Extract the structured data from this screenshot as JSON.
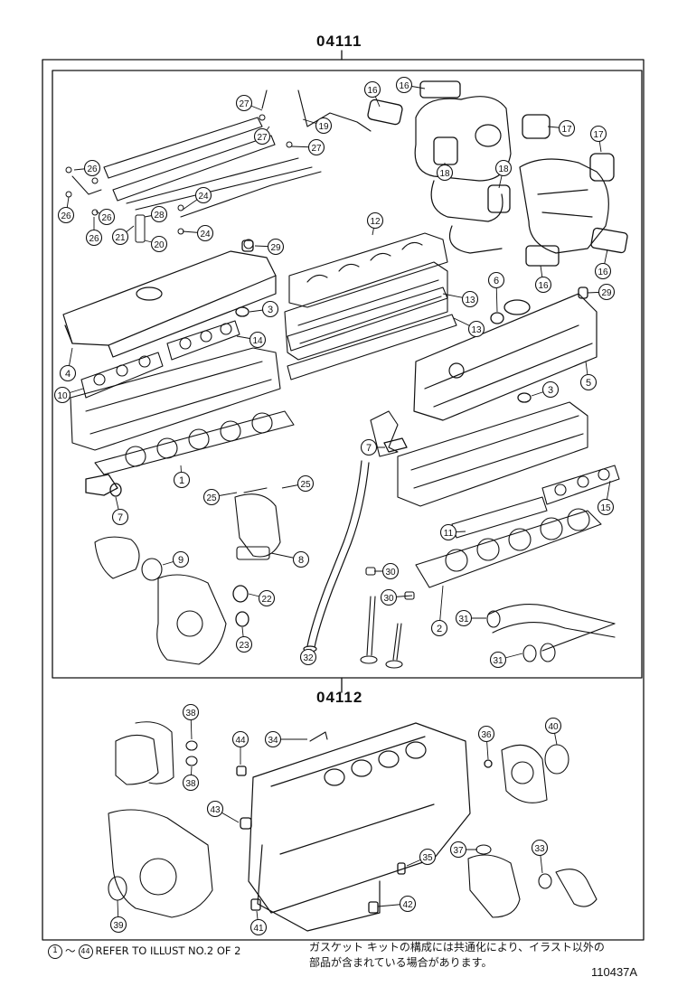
{
  "groups": {
    "upper": {
      "code": "04111"
    },
    "lower": {
      "code": "04112"
    }
  },
  "callouts": [
    {
      "label": "16"
    },
    {
      "label": "16"
    },
    {
      "label": "17"
    },
    {
      "label": "17"
    },
    {
      "label": "18"
    },
    {
      "label": "18"
    },
    {
      "label": "16"
    },
    {
      "label": "16"
    },
    {
      "label": "27"
    },
    {
      "label": "27"
    },
    {
      "label": "19"
    },
    {
      "label": "27"
    },
    {
      "label": "26"
    },
    {
      "label": "26"
    },
    {
      "label": "26"
    },
    {
      "label": "26"
    },
    {
      "label": "21"
    },
    {
      "label": "28"
    },
    {
      "label": "20"
    },
    {
      "label": "24"
    },
    {
      "label": "24"
    },
    {
      "label": "12"
    },
    {
      "label": "29"
    },
    {
      "label": "29"
    },
    {
      "label": "6"
    },
    {
      "label": "3"
    },
    {
      "label": "13"
    },
    {
      "label": "13"
    },
    {
      "label": "14"
    },
    {
      "label": "4"
    },
    {
      "label": "10"
    },
    {
      "label": "5"
    },
    {
      "label": "3"
    },
    {
      "label": "7"
    },
    {
      "label": "1"
    },
    {
      "label": "25"
    },
    {
      "label": "25"
    },
    {
      "label": "7"
    },
    {
      "label": "15"
    },
    {
      "label": "11"
    },
    {
      "label": "9"
    },
    {
      "label": "8"
    },
    {
      "label": "30"
    },
    {
      "label": "30"
    },
    {
      "label": "22"
    },
    {
      "label": "23"
    },
    {
      "label": "2"
    },
    {
      "label": "31"
    },
    {
      "label": "31"
    },
    {
      "label": "32"
    },
    {
      "label": "38"
    },
    {
      "label": "38"
    },
    {
      "label": "44"
    },
    {
      "label": "34"
    },
    {
      "label": "36"
    },
    {
      "label": "40"
    },
    {
      "label": "43"
    },
    {
      "label": "37"
    },
    {
      "label": "33"
    },
    {
      "label": "35"
    },
    {
      "label": "39"
    },
    {
      "label": "41"
    },
    {
      "label": "42"
    }
  ],
  "legend_note": {
    "range_start": "1",
    "range_separator": "～",
    "range_end": "44",
    "text": "REFER TO ILLUST NO.2 OF 2"
  },
  "japanese_note": {
    "line1": "ガスケット キットの構成には共通化により、イラスト以外の",
    "line2": "部品が含まれている場合があります。"
  },
  "illustration_code": "110437A"
}
